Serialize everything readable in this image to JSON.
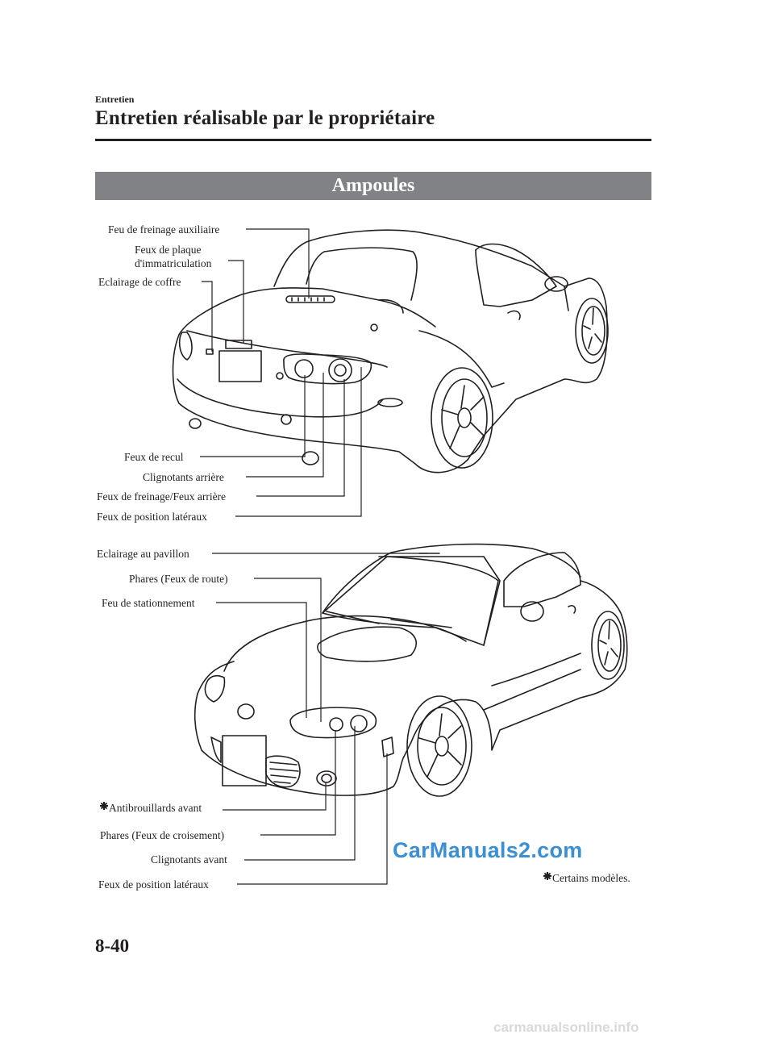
{
  "header": {
    "section": "Entretien",
    "title": "Entretien réalisable par le propriétaire"
  },
  "banner": {
    "title": "Ampoules"
  },
  "rear_labels": {
    "brake_aux": "Feu de freinage auxiliaire",
    "plate_line1": "Feux de plaque",
    "plate_line2": "d'immatriculation",
    "trunk": "Eclairage de coffre",
    "reverse": "Feux de recul",
    "rear_turn": "Clignotants arrière",
    "brake_tail": "Feux de freinage/Feux arrière",
    "side_marker": "Feux de position latéraux"
  },
  "front_labels": {
    "roof": "Eclairage au pavillon",
    "high_beam": "Phares (Feux de route)",
    "parking": "Feu de stationnement",
    "fog": "Antibrouillards avant",
    "low_beam": "Phares (Feux de croisement)",
    "front_turn": "Clignotants avant",
    "side_marker": "Feux de position latéraux"
  },
  "footnote": "Certains modèles.",
  "page_number": "8-40",
  "watermarks": {
    "carmanuals2": "CarManuals2.com",
    "carmanualsonline": "carmanualsonline.info"
  }
}
